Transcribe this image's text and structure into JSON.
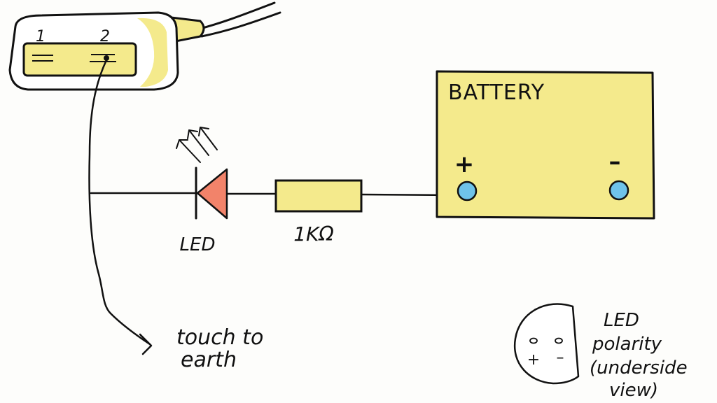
{
  "plug": {
    "pin1_label": "1",
    "pin2_label": "2"
  },
  "battery": {
    "title": "BATTERY",
    "plus": "+",
    "minus": "–"
  },
  "led": {
    "label": "LED"
  },
  "resistor": {
    "label": "1KΩ"
  },
  "earth": {
    "line1": "touch to",
    "line2": "earth"
  },
  "polarity": {
    "plus": "+",
    "minus": "–",
    "line1": "LED",
    "line2": "polarity",
    "line3": "(underside",
    "line4": "view)"
  },
  "colors": {
    "component_fill": "#f4ea8c",
    "led_fill": "#f2836a",
    "terminal_fill": "#6fc3ea",
    "ink": "#111111"
  }
}
